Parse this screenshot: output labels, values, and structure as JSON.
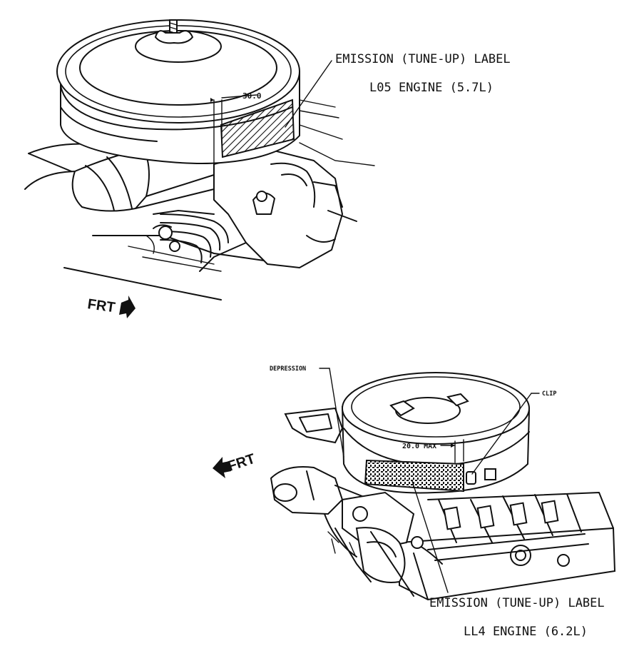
{
  "top_figure": {
    "label_line1": "EMISSION (TUNE-UP) LABEL",
    "label_line2": "L05 ENGINE (5.7L)",
    "dimension": "30.0",
    "front_marker": "FRT"
  },
  "bottom_figure": {
    "label_line1": "EMISSION (TUNE-UP) LABEL",
    "label_line2": "LL4 ENGINE (6.2L)",
    "depression_callout": "DEPRESSION",
    "clip_callout": "CLIP",
    "dimension": "20.0 MAX",
    "front_marker": "FRT"
  },
  "icons": {
    "front_arrow": "front-arrow-icon",
    "wing_nut": "wing-nut-icon"
  }
}
